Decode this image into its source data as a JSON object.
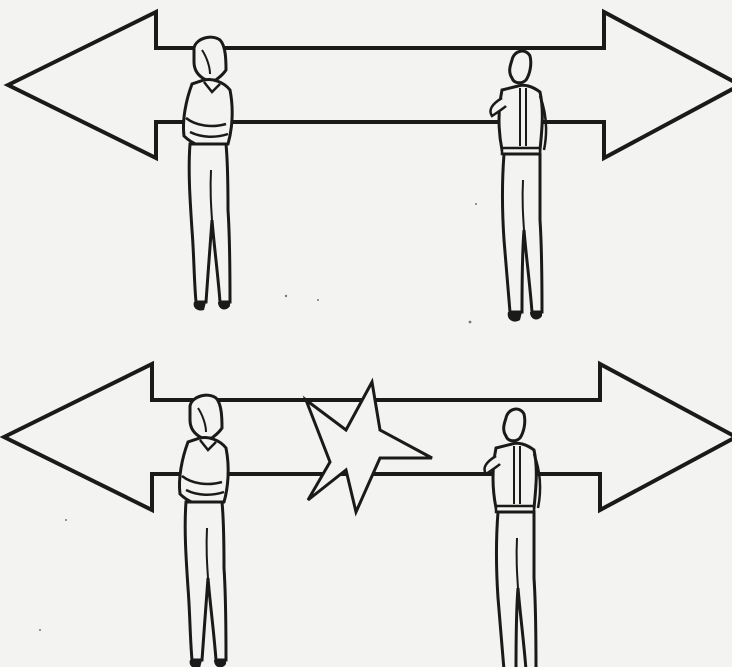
{
  "figure": {
    "background": "#f3f3f1",
    "ink": "#1a1a1a",
    "paper": "#f3f3f1",
    "panels": [
      {
        "id": "top",
        "arrow": "double-headed-arrow",
        "left_figure": "woman-standing",
        "right_figure": "man-standing",
        "conflict_marker": false
      },
      {
        "id": "bottom",
        "arrow": "double-headed-arrow",
        "left_figure": "woman-standing",
        "right_figure": "man-standing",
        "conflict_marker": true,
        "marker_icon": "starburst-icon"
      }
    ]
  }
}
